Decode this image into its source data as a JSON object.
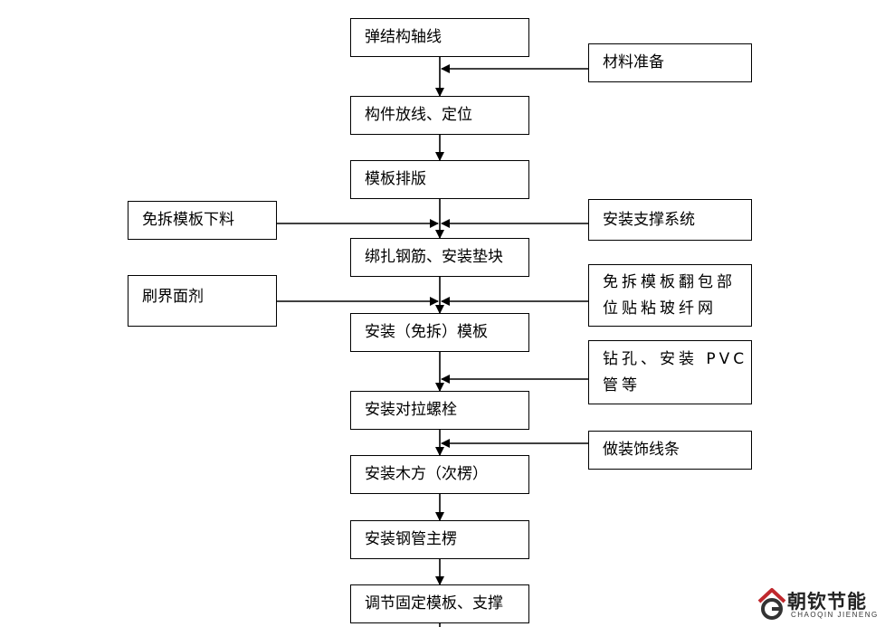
{
  "flowchart": {
    "main_steps": [
      "弹结构轴线",
      "构件放线、定位",
      "模板排版",
      "绑扎钢筋、安装垫块",
      "安装（免拆）模板",
      "安装对拉螺栓",
      "安装木方（次楞）",
      "安装钢管主楞",
      "调节固定模板、支撑"
    ],
    "right_inputs": [
      [
        "材料准备"
      ],
      [
        "安装支撑系统"
      ],
      [
        "免拆模板翻包部",
        "位贴粘玻纤网"
      ],
      [
        "钻孔、安装 PVC",
        "管等"
      ],
      [
        "做装饰线条"
      ]
    ],
    "left_inputs": [
      "免拆模板下料",
      "刷界面剂"
    ]
  },
  "logo": {
    "name_cn": "朝钦节能",
    "name_en": "CHAOQIN JIENENG"
  }
}
